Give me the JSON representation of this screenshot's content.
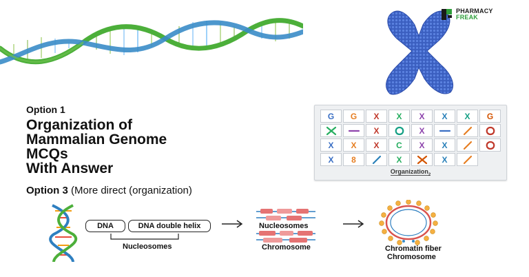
{
  "brand": {
    "line1": "PHARMACY",
    "line2": "FREAK",
    "mark": "pharmacy-freak-logo-icon"
  },
  "option1": {
    "label": "Option 1",
    "title_lines": [
      "Organization of",
      "Mammalian Genome",
      "MCQs",
      "With Answer"
    ]
  },
  "grid": {
    "caption": "Organization",
    "caption_suffix": "2",
    "cells": [
      "G",
      "G",
      "X",
      "X",
      "X",
      "X",
      "X",
      "G",
      "",
      "",
      "X",
      "",
      "X",
      "",
      "",
      "",
      "X",
      "X",
      "X",
      "C",
      "X",
      "X",
      "",
      "",
      "X",
      "8",
      "",
      "X",
      "",
      "X",
      "",
      ""
    ]
  },
  "option3": {
    "label": "Option 3",
    "rest": " (More direct (organization)"
  },
  "flow": {
    "dna_box": "DNA",
    "helix_box": "DNA double helix",
    "nuc_label_1": "Nucleosomes",
    "nuc_label_2": "Nucleosomes",
    "chromosome_label": "Chromosome",
    "fiber_label_1": "Chromatin fiber",
    "fiber_label_2": "Chromosome"
  },
  "colors": {
    "dna_green": "#4caf3a",
    "dna_blue": "#3a8cc8",
    "chromosome_blue": "#3b5fc0",
    "nucleosome_red": "#d9534f",
    "brand_green": "#2e9e3a"
  }
}
